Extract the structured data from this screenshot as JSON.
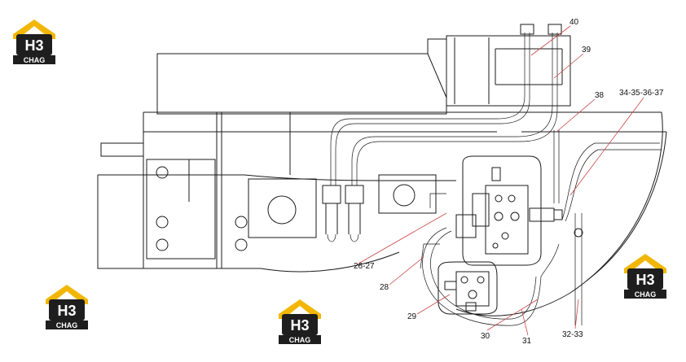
{
  "brand": {
    "logo_mark": "H3",
    "logo_word": "CHAG",
    "colors": {
      "roof": "#f2b705",
      "badge": "#1e1e1e",
      "text": "#ffffff"
    }
  },
  "callouts": [
    {
      "id": "c40",
      "label": "40"
    },
    {
      "id": "c39",
      "label": "39"
    },
    {
      "id": "c38",
      "label": "38"
    },
    {
      "id": "c34",
      "label": "34-35-36-37"
    },
    {
      "id": "c2627",
      "label": "26-27"
    },
    {
      "id": "c28",
      "label": "28"
    },
    {
      "id": "c29",
      "label": "29"
    },
    {
      "id": "c30",
      "label": "30"
    },
    {
      "id": "c31",
      "label": "31"
    },
    {
      "id": "c3233",
      "label": "32-33"
    }
  ],
  "colors": {
    "line": "#1a1a1a",
    "leader": "#cc4444",
    "background": "#ffffff"
  }
}
